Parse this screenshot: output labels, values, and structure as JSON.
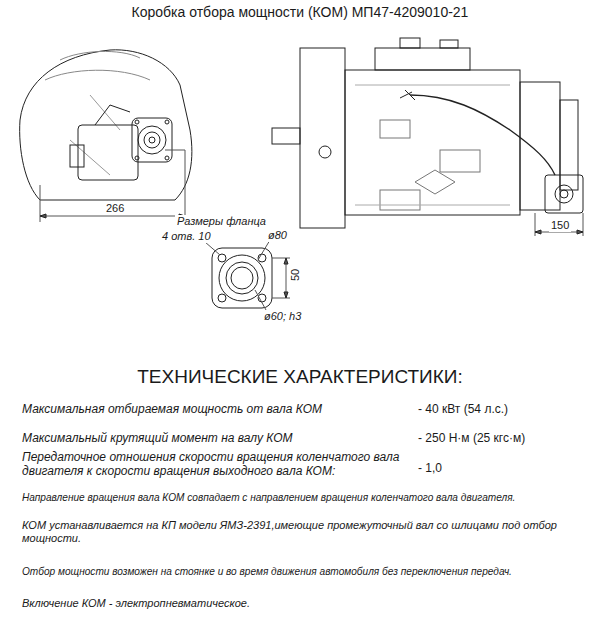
{
  "diagram": {
    "title": "Коробка отбора мощности (КОМ) МП47-4209010-21",
    "labels": [
      "266",
      "Размеры фланца",
      "4 отв. 10",
      "ø80",
      "50",
      "ø60; h3",
      "150",
      "ТЕХНИЧЕСКИЕ ХАРАКТЕРИСТИКИ:",
      "Максимальная отбираемая мощность от вала КОМ",
      "- 40 кВт (54 л.с.)",
      "Максимальный крутящий момент на валу КОМ",
      "- 250 Н·м (25 кгс·м)",
      "Передаточное отношения скорости вращения коленчатого вала двигателя к скорости вращения выходного вала КОМ:",
      "- 1,0",
      "Направление вращения вала КОМ совпадает с направлением вращения коленчатого вала двигателя.",
      "КОМ устанавливается на КП модели ЯМЗ-2391,имеющие промежуточный вал со шлицами под отбор мощности.",
      "Отбор мощности возможен на стоянке и во время движения автомобиля без переключения передач.",
      "Включение КОМ - электропневматическое."
    ]
  }
}
